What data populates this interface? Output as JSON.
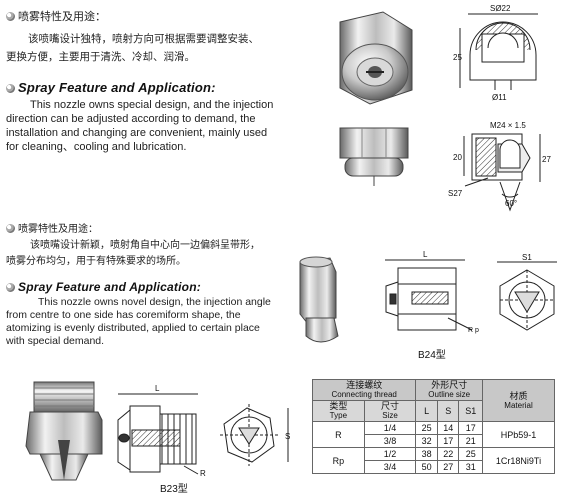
{
  "section1": {
    "zh_heading": "喷雾特性及用途：",
    "zh_lines": [
      "该喷嘴设计独特，喷射方向可根据需要调整安装、",
      "更换方便，主要用于清洗、冷却、润滑。"
    ],
    "en_heading": "Spray Feature and Application:",
    "en_lines": [
      "This nozzle owns special design, and the injection",
      "direction can be adjusted according to demand, the",
      "installation and changing are convenient, mainly used",
      "for cleaning、cooling and lubrication."
    ]
  },
  "section2": {
    "zh_heading": "喷雾特性及用途：",
    "zh_lines": [
      "该喷嘴设计新颖，喷射角自中心向一边偏斜呈带形，",
      "喷雾分布均匀，用于有特殊要求的场所。"
    ],
    "en_heading": "Spray Feature and Application:",
    "en_lines": [
      "This nozzle owns novel design, the injection angle",
      "from centre to one side has coremiform shape, the",
      "atomizing is evenly distributed, applied to certain place",
      "with special demand."
    ]
  },
  "drawing_top": {
    "dim_s22": "SØ22",
    "dim_25": "25",
    "dim_11": "Ø11",
    "dim_m24": "M24 × 1.5",
    "dim_20": "20",
    "dim_27": "27",
    "dim_s27": "S27",
    "dim_60": "60°"
  },
  "drawing_b24": {
    "caption": "B24型",
    "dim_l": "L",
    "dim_s1": "S1",
    "dim_rp": "R p"
  },
  "drawing_b23": {
    "caption": "B23型",
    "dim_l": "L",
    "dim_r": "R",
    "dim_s": "S"
  },
  "spec_table": {
    "h_thread_zh": "连接螺纹",
    "h_thread_en": "Connecting thread",
    "h_outline_zh": "外形尺寸",
    "h_outline_en": "Outline size",
    "h_material_zh": "材质",
    "h_material_en": "Material",
    "h_type_zh": "类型",
    "h_type_en": "Type",
    "h_size_zh": "尺寸",
    "h_size_en": "Size",
    "h_l": "L",
    "h_s": "S",
    "h_s1": "S1",
    "type_r": "R",
    "type_rp": "Rp",
    "material_1": "HPb59-1",
    "material_2": "1Cr18Ni9Ti",
    "rows": [
      {
        "size": "1/4",
        "l": "25",
        "s": "14",
        "s1": "17"
      },
      {
        "size": "3/8",
        "l": "32",
        "s": "17",
        "s1": "21"
      },
      {
        "size": "1/2",
        "l": "38",
        "s": "22",
        "s1": "25"
      },
      {
        "size": "3/4",
        "l": "50",
        "s": "27",
        "s1": "31"
      }
    ]
  },
  "colors": {
    "metal_light": "#e6e6e6",
    "metal_dark": "#555555",
    "table_header": "#c8c8c8",
    "line": "#222222"
  }
}
